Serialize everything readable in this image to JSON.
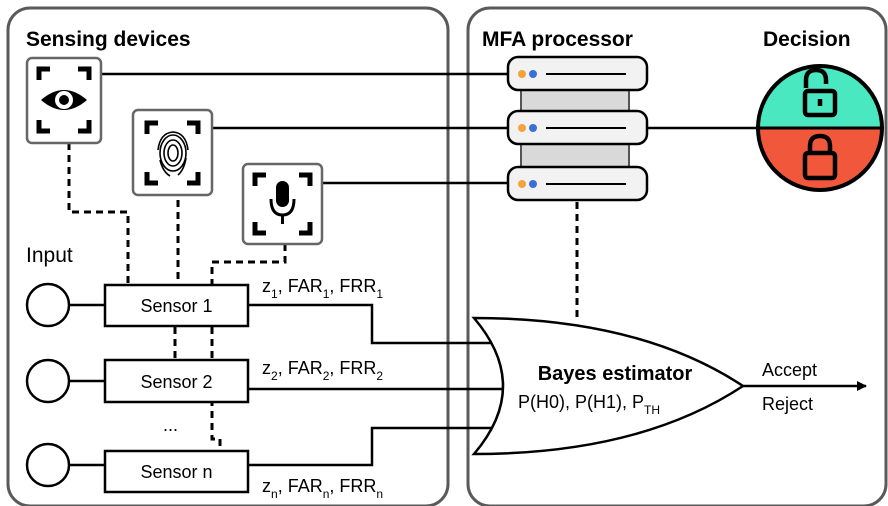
{
  "panels": {
    "sensing_title": "Sensing devices",
    "mfa_title": "MFA processor",
    "decision_title": "Decision"
  },
  "input_label": "Input",
  "sensors": [
    {
      "label": "Sensor 1"
    },
    {
      "label": "Sensor 2"
    },
    {
      "label": "Sensor n"
    }
  ],
  "ellipsis": "...",
  "signal_labels": [
    {
      "z": "z",
      "z_sub": "1",
      "far": "FAR",
      "far_sub": "1",
      "frr": "FRR",
      "frr_sub": "1"
    },
    {
      "z": "z",
      "z_sub": "2",
      "far": "FAR",
      "far_sub": "2",
      "frr": "FRR",
      "frr_sub": "2"
    },
    {
      "z": "z",
      "z_sub": "n",
      "far": "FAR",
      "far_sub": "n",
      "frr": "FRR",
      "frr_sub": "n"
    }
  ],
  "estimator": {
    "title": "Bayes estimator",
    "params_text": "P(H0), P(H1), P",
    "params_sub": "TH"
  },
  "outputs": {
    "accept": "Accept",
    "reject": "Reject"
  },
  "devices": [
    {
      "icon": "eye-scan-icon"
    },
    {
      "icon": "fingerprint-scan-icon"
    },
    {
      "icon": "microphone-scan-icon"
    }
  ],
  "colors": {
    "panel_border": "#5a5a5a",
    "server_fill": "#f2f2f2",
    "server_back": "#d9d9d9",
    "led_orange": "#f2a33a",
    "led_blue": "#3a6fd8",
    "decision_top": "#49e8c0",
    "decision_bottom": "#f1573b"
  }
}
